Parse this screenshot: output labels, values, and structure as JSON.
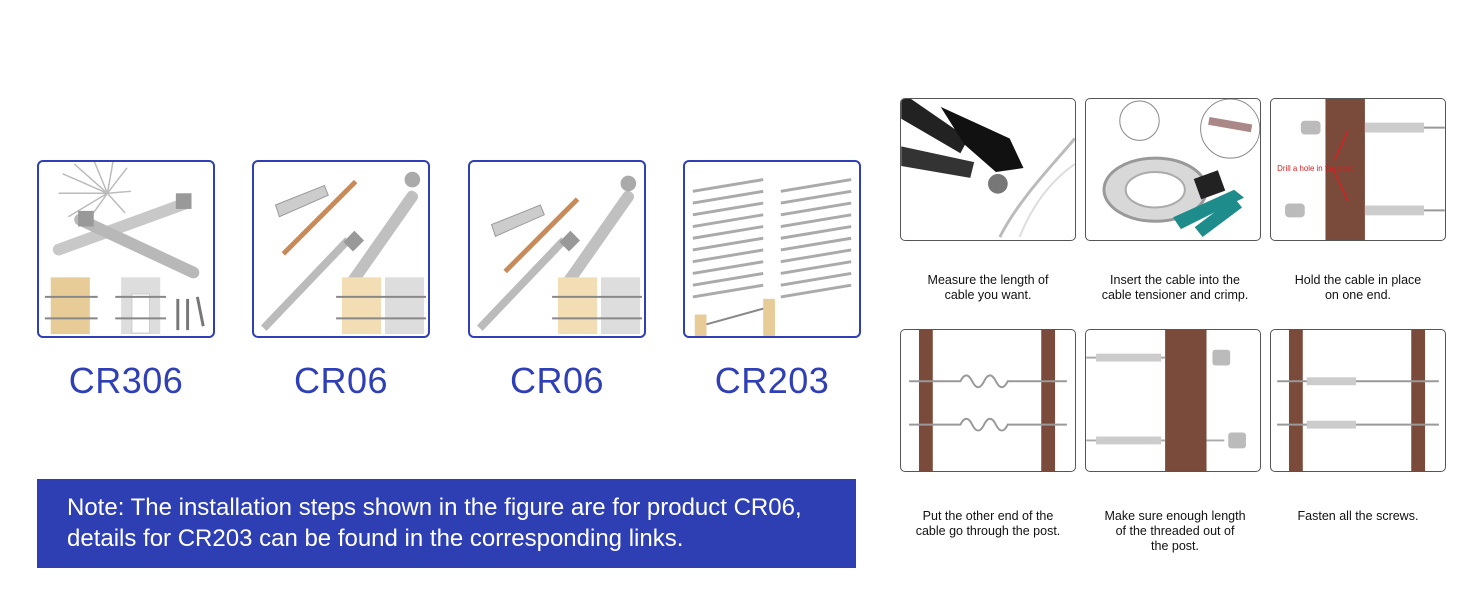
{
  "products": [
    {
      "label": "CR306"
    },
    {
      "label": "CR06"
    },
    {
      "label": "CR06"
    },
    {
      "label": "CR203"
    }
  ],
  "note": {
    "line1": "Note: The installation steps shown in the figure are for product CR06,",
    "line2": "details for CR203 can be found in the corresponding links."
  },
  "steps": [
    {
      "lines": [
        "Measure the length of",
        "cable you want."
      ]
    },
    {
      "lines": [
        "Insert the cable into the",
        "cable tensioner and crimp."
      ]
    },
    {
      "lines": [
        "Hold the cable in place",
        "on one end."
      ],
      "overlay_text": "Drill a hole in the post"
    },
    {
      "lines": [
        "Put the other end of the",
        "cable go through the post."
      ]
    },
    {
      "lines": [
        "Make sure enough length",
        "of the threaded out of",
        "the post."
      ]
    },
    {
      "lines": [
        "Fasten all the screws."
      ]
    }
  ],
  "colors": {
    "brand_blue": "#2f3fb5",
    "note_bg": "#2d3fb3",
    "post_brown": "#7a4a3a",
    "annotation_red": "#d42020"
  }
}
